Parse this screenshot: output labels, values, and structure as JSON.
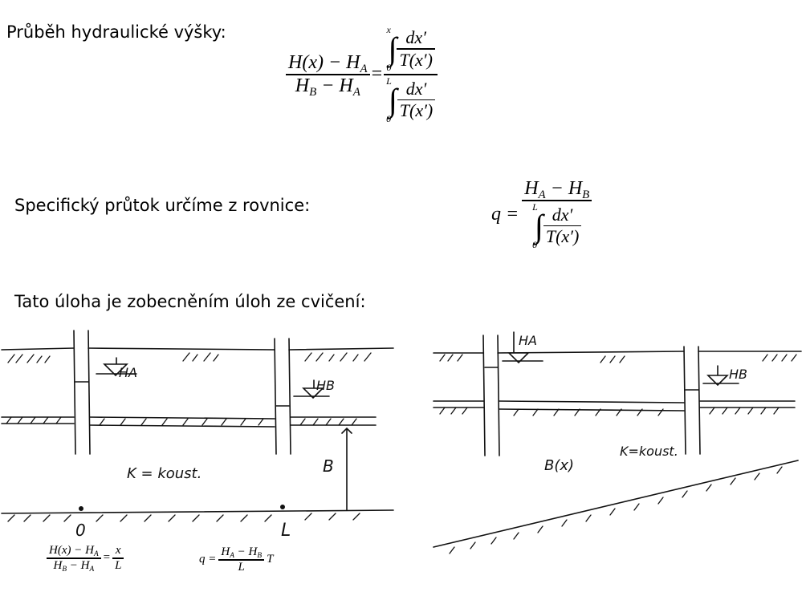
{
  "headings": {
    "h1": "Průběh hydraulické výšky:",
    "h2": "Specifický průtok určíme z rovnice:",
    "h3": "Tato úloha je zobecněním úloh ze cvičení:"
  },
  "eq1": {
    "lhs_num_a": "H(x) − H",
    "lhs_num_sub": "A",
    "lhs_den_a": "H",
    "lhs_den_sub_b": "B",
    "lhs_den_mid": " − H",
    "lhs_den_sub_a": "A",
    "equals": "=",
    "upper1": "x",
    "lower1": "0",
    "upper2": "L",
    "lower2": "0",
    "dx": "dx′",
    "T": "T(x′)"
  },
  "eq2": {
    "q": "q =",
    "num_a": "H",
    "num_sub_a": "A",
    "num_mid": " − H",
    "num_sub_b": "B",
    "upper": "L",
    "lower": "0",
    "dx": "dx′",
    "T": "T(x′)"
  },
  "sketch1": {
    "label_HA": "HA",
    "label_HB": "HB",
    "label_K": "K = koust.",
    "label_B": "B",
    "label_0": "0",
    "label_L": "L"
  },
  "sketch2": {
    "label_HA": "HA",
    "label_HB": "HB",
    "label_Bx": "B(x)",
    "label_K": "K=koust."
  },
  "small_eq1": {
    "num": "H(x) − H",
    "num_sub": "A",
    "den": "H",
    "den_sub_b": "B",
    "den_mid": " − H",
    "den_sub_a": "A",
    "equals": "=",
    "rx": "x",
    "rl": "L"
  },
  "small_eq2": {
    "q": "q =",
    "num": "H",
    "num_sub_a": "A",
    "num_mid": " − H",
    "num_sub_b": "B",
    "den": "L",
    "T": "T"
  }
}
